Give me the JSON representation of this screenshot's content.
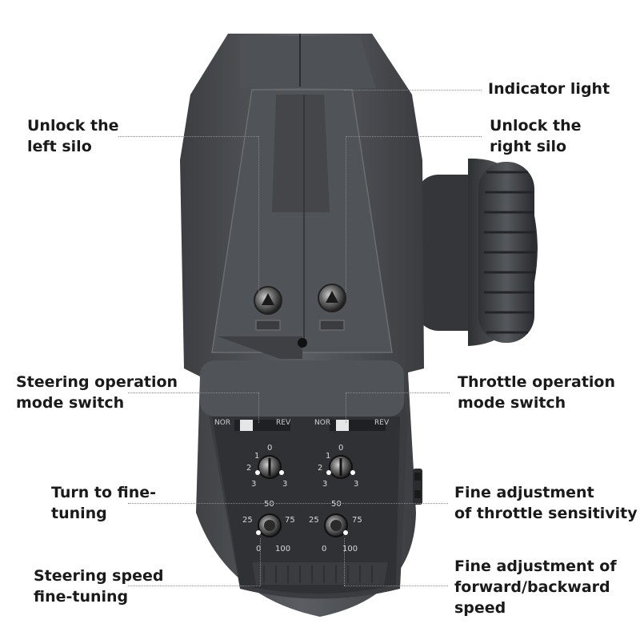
{
  "annotations": {
    "indicator_light": [
      "Indicator light"
    ],
    "unlock_left": [
      "Unlock the",
      "left silo"
    ],
    "unlock_right": [
      "Unlock the",
      "right silo"
    ],
    "steering_mode": [
      "Steering operation",
      "mode switch"
    ],
    "throttle_mode": [
      "Throttle operation",
      "mode switch"
    ],
    "turn_fine": [
      "Turn to fine-",
      "tuning"
    ],
    "throttle_sens": [
      "Fine adjustment",
      "of throttle sensitivity"
    ],
    "steering_speed": [
      "Steering speed",
      "fine-tuning"
    ],
    "fwd_bwd": [
      "Fine adjustment of",
      "forward/backward",
      "speed"
    ]
  },
  "panel": {
    "nor": "NOR",
    "rev": "REV",
    "dial_top": "0",
    "dial_one": "1",
    "dial_two": "2",
    "dial_three": "3",
    "speed_top": "50",
    "speed_left": "25",
    "speed_right": "75",
    "speed_min": "0",
    "speed_max": "100"
  },
  "colors": {
    "body": "#4a4c50",
    "body_dark": "#2e3033",
    "body_light": "#5c5f63",
    "wheel": "#3a3c40",
    "label_text": "#1a1a1a",
    "leader": "#8a8a8a"
  }
}
